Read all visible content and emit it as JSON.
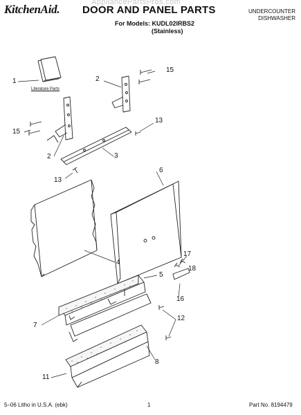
{
  "header": {
    "watermark": "AppliancePartsPros.com",
    "brand": "KitchenAid.",
    "title": "DOOR AND PANEL PARTS",
    "models_prefix": "For Models:",
    "model_number": "KUDL02IRBS2",
    "finish": "(Stainless)",
    "product_line1": "UNDERCOUNTER",
    "product_line2": "DISHWASHER"
  },
  "diagram": {
    "literature_label": "Literature Parts",
    "callouts": [
      "1",
      "2",
      "15",
      "15",
      "2",
      "13",
      "3",
      "13",
      "6",
      "4",
      "17",
      "5",
      "18",
      "16",
      "7",
      "12",
      "8",
      "11"
    ]
  },
  "footer": {
    "litho": "5–06 Litho in U.S.A. (ebk)",
    "page": "1",
    "part_no": "Part No. 8194479"
  }
}
